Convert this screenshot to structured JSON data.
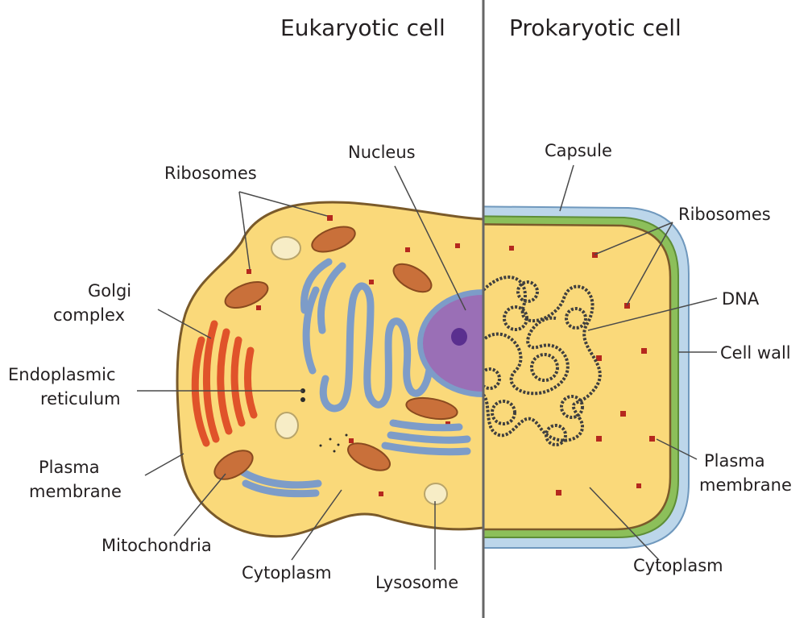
{
  "titles": {
    "eukaryotic": "Eukaryotic cell",
    "prokaryotic": "Prokaryotic cell"
  },
  "eukaryotic_labels": {
    "ribosomes": "Ribosomes",
    "nucleus": "Nucleus",
    "golgi_line1": "Golgi",
    "golgi_line2": "complex",
    "er_line1": "Endoplasmic",
    "er_line2": "reticulum",
    "plasma_line1": "Plasma",
    "plasma_line2": "membrane",
    "mitochondria": "Mitochondria",
    "cytoplasm": "Cytoplasm",
    "lysosome": "Lysosome"
  },
  "prokaryotic_labels": {
    "capsule": "Capsule",
    "ribosomes": "Ribosomes",
    "dna": "DNA",
    "cell_wall": "Cell wall",
    "plasma_line1": "Plasma",
    "plasma_line2": "membrane",
    "cytoplasm": "Cytoplasm"
  },
  "colors": {
    "cytoplasm": "#fad97a",
    "membrane": "#7a5a2a",
    "capsule": "#bcd6ea",
    "cell_wall": "#8cbf5a",
    "nucleus": "#9a6fb6",
    "nucleolus": "#5a2f8f",
    "er": "#7d9cc8",
    "golgi": "#e0532a",
    "mitochondria": "#c9703a",
    "ribosome": "#b5281e",
    "dna": "#3f3f3f",
    "divider": "#666666"
  }
}
